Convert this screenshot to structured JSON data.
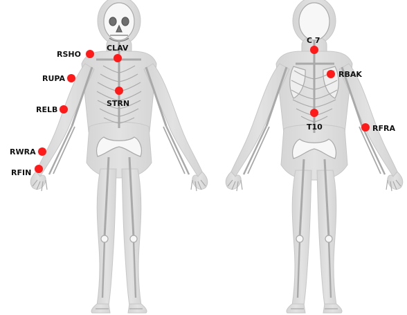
{
  "colors": {
    "marker": "#ff1a1a",
    "skin": "#dcdcdc",
    "skin_edge": "#c7c7c7",
    "bone": "#f7f7f7",
    "bone_stroke": "#a9a9a9"
  },
  "front": {
    "markers": [
      {
        "label": "CLAV"
      },
      {
        "label": "RSHO"
      },
      {
        "label": "RUPA"
      },
      {
        "label": "STRN"
      },
      {
        "label": "RELB"
      },
      {
        "label": "RWRA"
      },
      {
        "label": "RFIN"
      }
    ]
  },
  "back": {
    "markers": [
      {
        "label": "C 7"
      },
      {
        "label": "RBAK"
      },
      {
        "label": "T10"
      },
      {
        "label": "RFRA"
      }
    ]
  }
}
